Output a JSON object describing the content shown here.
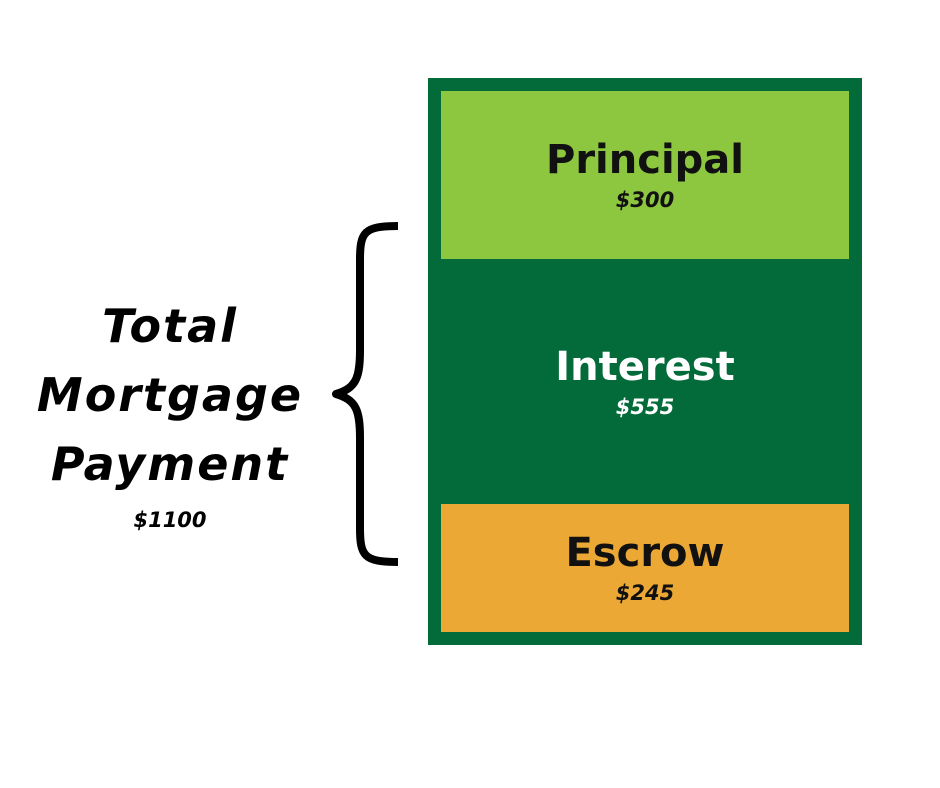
{
  "total": {
    "line1": "Total",
    "line2": "Mortgage",
    "line3": "Payment",
    "amount": "$1100",
    "amount_value": 1100
  },
  "colors": {
    "frame": "#036b3a",
    "principal_fill": "#8dc63f",
    "interest_fill": "#036b3a",
    "escrow_fill": "#eca834",
    "dark_text": "#111111",
    "light_text": "#ffffff"
  },
  "segments": [
    {
      "key": "principal",
      "label": "Principal",
      "amount": "$300",
      "value": 300
    },
    {
      "key": "interest",
      "label": "Interest",
      "amount": "$555",
      "value": 555
    },
    {
      "key": "escrow",
      "label": "Escrow",
      "amount": "$245",
      "value": 245
    }
  ]
}
